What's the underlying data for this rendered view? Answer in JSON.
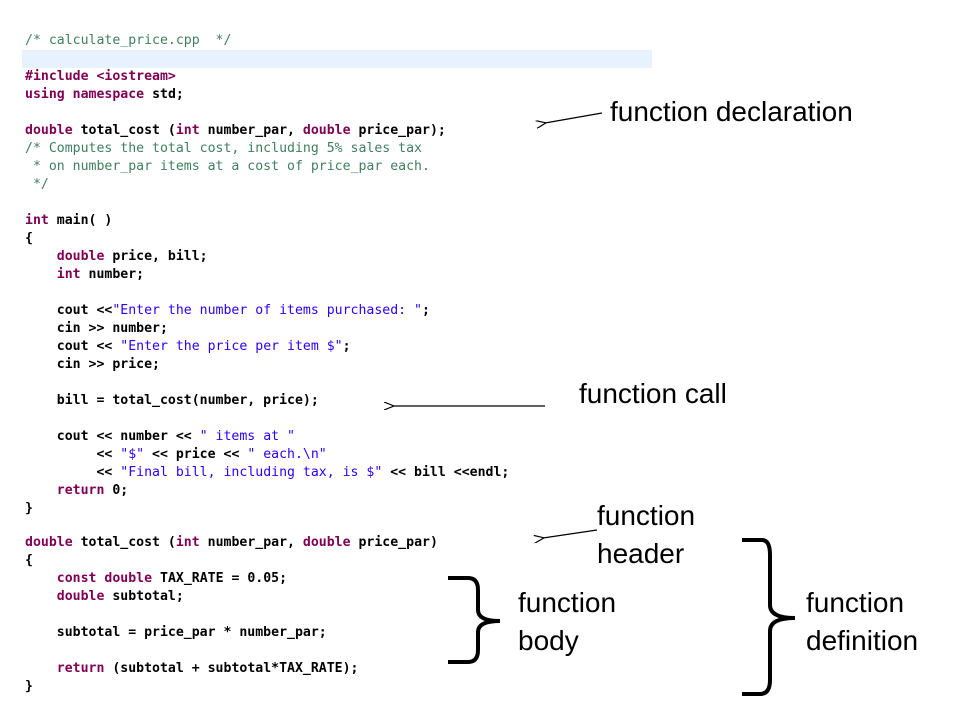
{
  "code": {
    "lines": [
      {
        "kind": "comment",
        "text": "/* calculate_price.cpp  */"
      },
      {
        "kind": "mixed",
        "parts": [
          {
            "t": "#include",
            "c": "kw"
          },
          {
            "t": " <iostream>",
            "c": "kw"
          }
        ]
      },
      {
        "kind": "mixed",
        "parts": [
          {
            "t": "using",
            "c": "kw"
          },
          {
            "t": " ",
            "c": ""
          },
          {
            "t": "namespace",
            "c": "kw"
          },
          {
            "t": " std;",
            "c": ""
          }
        ]
      },
      {
        "kind": "mixed",
        "parts": [
          {
            "t": "double",
            "c": "kw"
          },
          {
            "t": " total_cost (",
            "c": ""
          },
          {
            "t": "int",
            "c": "kw"
          },
          {
            "t": " number_par, ",
            "c": ""
          },
          {
            "t": "double",
            "c": "kw"
          },
          {
            "t": " price_par);",
            "c": ""
          }
        ]
      },
      {
        "kind": "comment",
        "text": "/* Computes the total cost, including 5% sales tax"
      },
      {
        "kind": "comment",
        "text": " * on number_par items at a cost of price_par each."
      },
      {
        "kind": "comment",
        "text": " */"
      },
      {
        "kind": "mixed",
        "parts": [
          {
            "t": "int",
            "c": "kw"
          },
          {
            "t": " main( )",
            "c": ""
          }
        ]
      },
      {
        "kind": "plain",
        "text": "{"
      },
      {
        "kind": "mixed",
        "parts": [
          {
            "t": "    ",
            "c": ""
          },
          {
            "t": "double",
            "c": "kw"
          },
          {
            "t": " price, bill;",
            "c": ""
          }
        ]
      },
      {
        "kind": "mixed",
        "parts": [
          {
            "t": "    ",
            "c": ""
          },
          {
            "t": "int",
            "c": "kw"
          },
          {
            "t": " number;",
            "c": ""
          }
        ]
      },
      {
        "kind": "mixed",
        "parts": [
          {
            "t": "    cout <<",
            "c": ""
          },
          {
            "t": "\"Enter the number of items purchased: \"",
            "c": "str"
          },
          {
            "t": ";",
            "c": ""
          }
        ]
      },
      {
        "kind": "plain",
        "text": "    cin >> number;"
      },
      {
        "kind": "mixed",
        "parts": [
          {
            "t": "    cout << ",
            "c": ""
          },
          {
            "t": "\"Enter the price per item $\"",
            "c": "str"
          },
          {
            "t": ";",
            "c": ""
          }
        ]
      },
      {
        "kind": "plain",
        "text": "    cin >> price;"
      },
      {
        "kind": "plain",
        "text": "    bill = total_cost(number, price);"
      },
      {
        "kind": "mixed",
        "parts": [
          {
            "t": "    cout << number << ",
            "c": ""
          },
          {
            "t": "\" items at \"",
            "c": "str"
          }
        ]
      },
      {
        "kind": "mixed",
        "parts": [
          {
            "t": "         << ",
            "c": ""
          },
          {
            "t": "\"$\"",
            "c": "str"
          },
          {
            "t": " << price << ",
            "c": ""
          },
          {
            "t": "\" each.\\n\"",
            "c": "str"
          }
        ]
      },
      {
        "kind": "mixed",
        "parts": [
          {
            "t": "         << ",
            "c": ""
          },
          {
            "t": "\"Final bill, including tax, is $\"",
            "c": "str"
          },
          {
            "t": " << bill <<endl;",
            "c": ""
          }
        ]
      },
      {
        "kind": "mixed",
        "parts": [
          {
            "t": "    ",
            "c": ""
          },
          {
            "t": "return",
            "c": "kw"
          },
          {
            "t": " 0;",
            "c": ""
          }
        ]
      },
      {
        "kind": "plain",
        "text": "}"
      },
      {
        "kind": "mixed",
        "parts": [
          {
            "t": "double",
            "c": "kw"
          },
          {
            "t": " total_cost (",
            "c": ""
          },
          {
            "t": "int",
            "c": "kw"
          },
          {
            "t": " number_par, ",
            "c": ""
          },
          {
            "t": "double",
            "c": "kw"
          },
          {
            "t": " price_par)",
            "c": ""
          }
        ]
      },
      {
        "kind": "plain",
        "text": "{"
      },
      {
        "kind": "mixed",
        "parts": [
          {
            "t": "    ",
            "c": ""
          },
          {
            "t": "const",
            "c": "kw"
          },
          {
            "t": " ",
            "c": ""
          },
          {
            "t": "double",
            "c": "kw"
          },
          {
            "t": " TAX_RATE = 0.05;",
            "c": ""
          }
        ]
      },
      {
        "kind": "mixed",
        "parts": [
          {
            "t": "    ",
            "c": ""
          },
          {
            "t": "double",
            "c": "kw"
          },
          {
            "t": " subtotal;",
            "c": ""
          }
        ]
      },
      {
        "kind": "plain",
        "text": "    subtotal = price_par * number_par;"
      },
      {
        "kind": "mixed",
        "parts": [
          {
            "t": "    ",
            "c": ""
          },
          {
            "t": "return",
            "c": "kw"
          },
          {
            "t": " (subtotal + subtotal*TAX_RATE);",
            "c": ""
          }
        ]
      },
      {
        "kind": "plain",
        "text": "}"
      }
    ]
  },
  "annotations": {
    "function_declaration": "function declaration",
    "function_call": "function call",
    "function_header_line1": "function",
    "function_header_line2": "header",
    "function_body_line1": "function",
    "function_body_line2": "body",
    "function_definition_line1": "function",
    "function_definition_line2": "definition"
  },
  "colors": {
    "keyword": "#7f0055",
    "string": "#2a00ff",
    "comment": "#3f7f5f",
    "highlight": "#e8f2fe"
  }
}
